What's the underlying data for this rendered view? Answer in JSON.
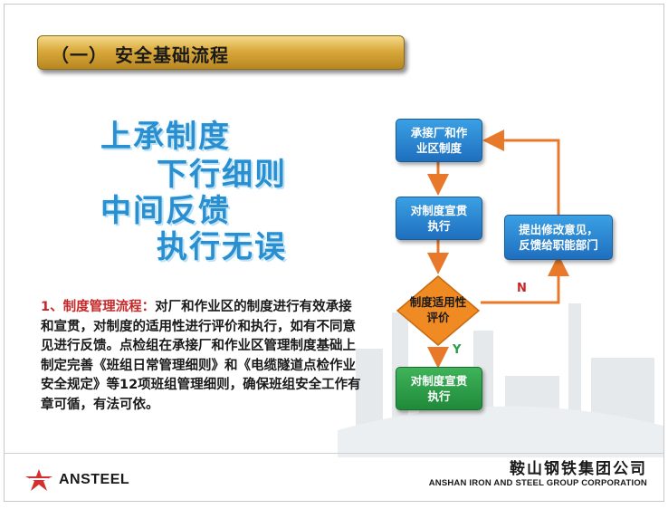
{
  "title": "（一）    安全基础流程",
  "slogans": [
    "上承制度",
    "下行细则",
    "中间反馈",
    "执行无误"
  ],
  "description": {
    "lead": "1、制度管理流程：",
    "body": "对厂和作业区的制度进行有效承接和宣贯，对制度的适用性进行评价和执行，如有不同意见进行反馈。点检组在承接厂和作业区管理制度基础上制定完善《班组日常管理细则》和《电缆隧道点检作业安全规定》等12项班组管理细则，确保班组安全工作有章可循，有法可依。"
  },
  "flow": {
    "step1": [
      "承接厂和作",
      "业区制度"
    ],
    "step2": [
      "对制度宣贯",
      "执行"
    ],
    "decision": [
      "制度适用性",
      "评价"
    ],
    "feedback": [
      "提出修改意见，",
      "反馈给职能部门"
    ],
    "step3": [
      "对制度宣贯",
      "执行"
    ],
    "yes_label": "Y",
    "no_label": "N"
  },
  "footer": {
    "logo_text": "ANSTEEL",
    "company_cn": "鞍山钢铁集团公司",
    "company_en": "ANSHAN IRON AND STEEL GROUP CORPORATION"
  },
  "colors": {
    "arrow": "#e8792a",
    "box_blue": "#2584d2",
    "box_green": "#2a9d47",
    "diamond": "#f08a22",
    "title_gold": "#d9a93c",
    "slogan_blue": "#2a8fd0",
    "lead_red": "#c62828"
  }
}
